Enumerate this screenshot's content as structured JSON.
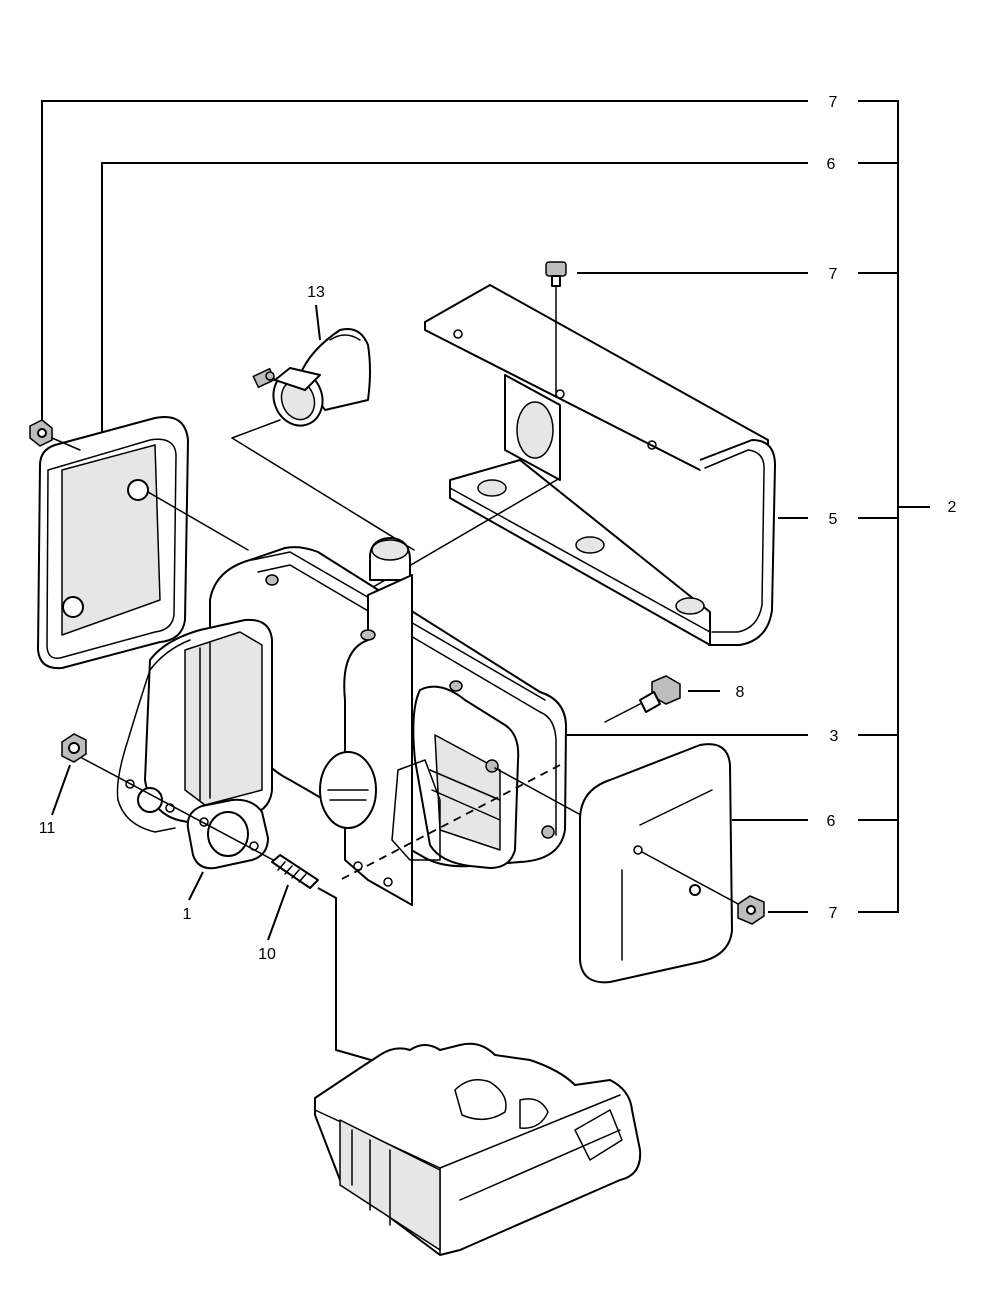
{
  "diagram": {
    "callouts": {
      "c7_top": "7",
      "c6_top": "6",
      "c7_bolt": "7",
      "c13": "13",
      "c5": "5",
      "c2": "2",
      "c8": "8",
      "c3": "3",
      "c6_right": "6",
      "c7_bottom": "7",
      "c11": "11",
      "c1": "1",
      "c10": "10"
    }
  }
}
